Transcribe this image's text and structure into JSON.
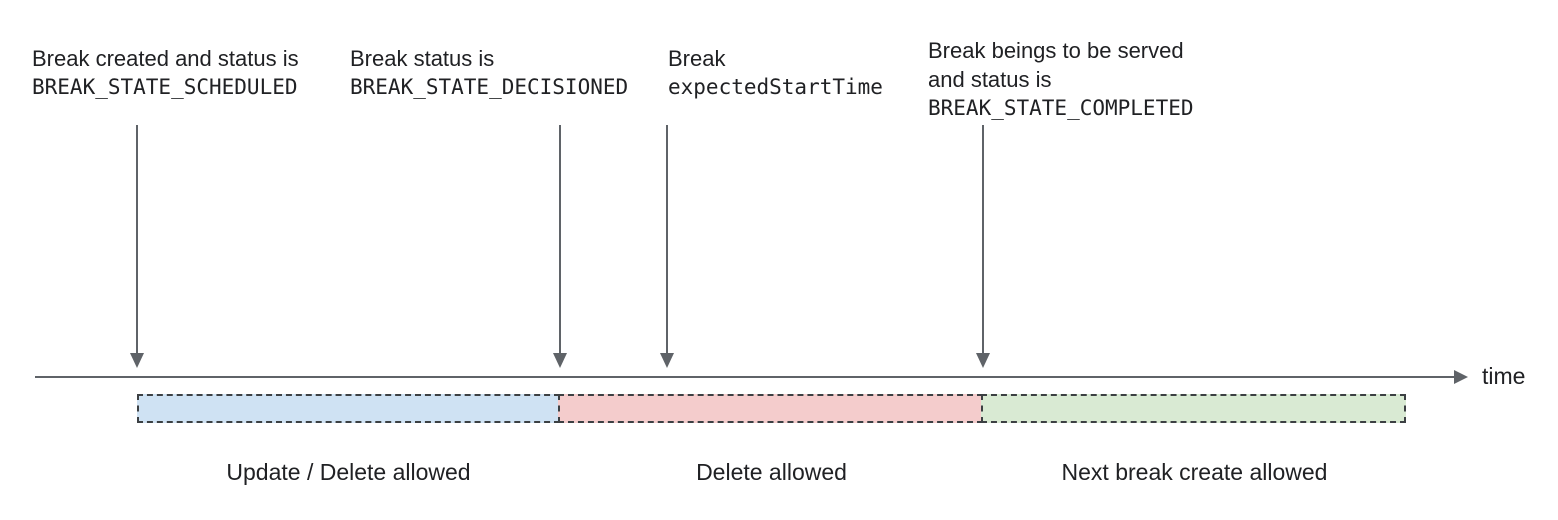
{
  "annotations": [
    {
      "line1": "Break created and status is",
      "line2": "BREAK_STATE_SCHEDULED"
    },
    {
      "line1": "Break status is",
      "line2": "BREAK_STATE_DECISIONED"
    },
    {
      "line1": "Break",
      "line2": "expectedStartTime"
    },
    {
      "line1": "Break beings to be served",
      "line2": "and status is",
      "line3": "BREAK_STATE_COMPLETED"
    }
  ],
  "timeline": {
    "axis_label": "time",
    "line_color": "#5f6368"
  },
  "segments": [
    {
      "label": "Update / Delete allowed",
      "fill": "#cfe2f3",
      "border": "#3c4043"
    },
    {
      "label": "Delete allowed",
      "fill": "#f4cccc",
      "border": "#3c4043"
    },
    {
      "label": "Next break create allowed",
      "fill": "#d9ead3",
      "border": "#3c4043"
    }
  ],
  "text_color": "#202124"
}
